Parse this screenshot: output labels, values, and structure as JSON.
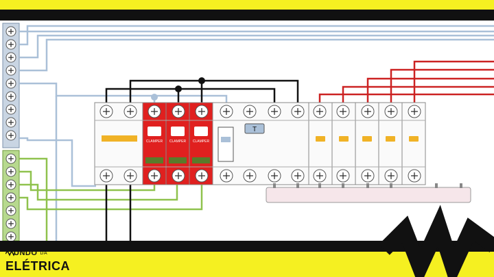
{
  "branding": {
    "logo_line1": "UNDO",
    "logo_line1_small": "DA",
    "logo_line2": "ELÉTRICA"
  },
  "diagram": {
    "dps_label": "CLAMPER",
    "dr_test_label": "T",
    "colors": {
      "frame": "#111111",
      "accent": "#f5f021",
      "dps_red": "#e0201f",
      "neutral_blue": "#aac0d8",
      "ground_green": "#8fc24d",
      "phase_red": "#cc2222",
      "phase_black": "#111111",
      "indicator": "#f0b226",
      "dps_window": "#5a7a2a"
    }
  }
}
